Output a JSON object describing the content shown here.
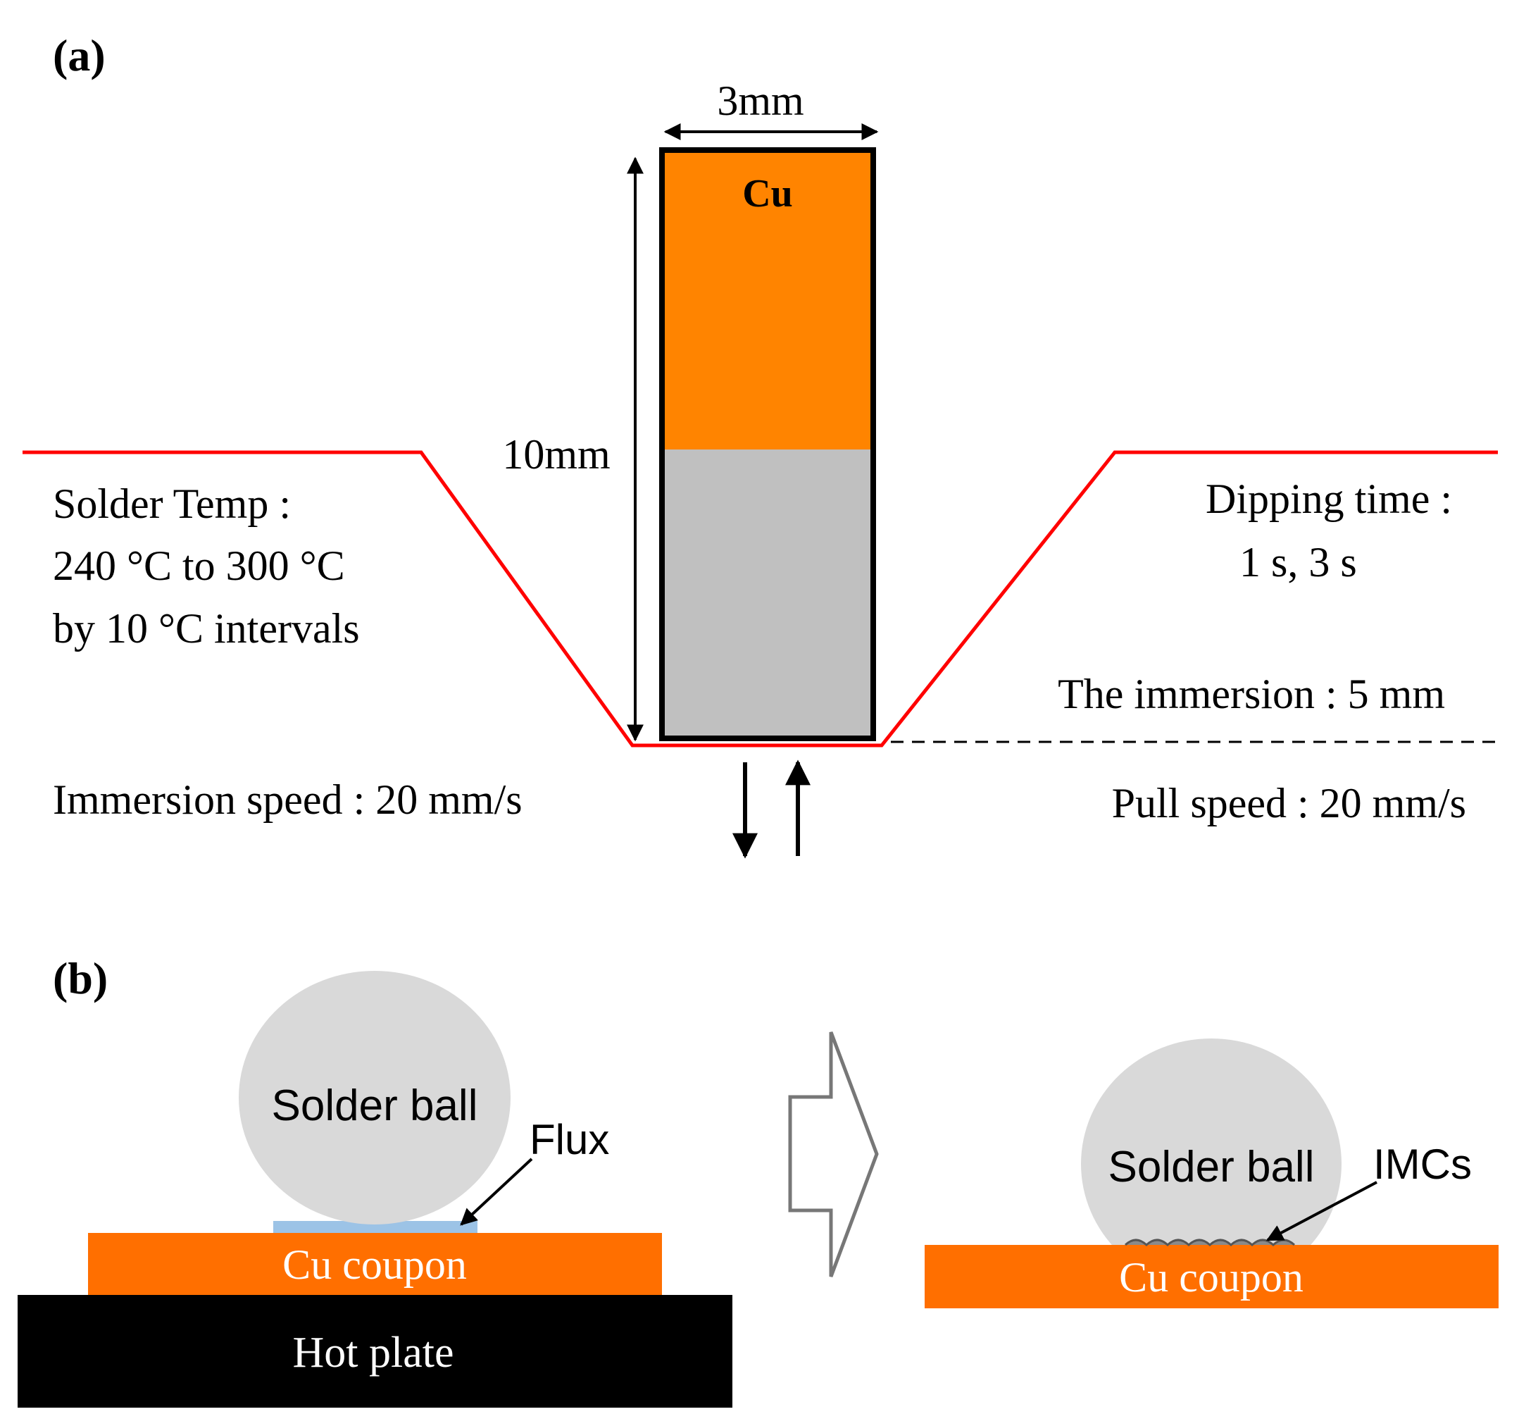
{
  "colors": {
    "copper": "#FF8400",
    "coupon": "#FF6F00",
    "solder_gray": "#C0C0C0",
    "ball_gray": "#D9D9D9",
    "bath_line": "#FF0000",
    "flux_blue": "#9CC3E6",
    "hot_plate": "#000000",
    "outline": "#000000"
  },
  "panel_a": {
    "label": "(a)",
    "width_label": "3mm",
    "height_label": "10mm",
    "material_label": "Cu",
    "temp_label": "Solder Temp :",
    "temp_range": "240 °C to 300 °C",
    "temp_step": "by 10 °C intervals",
    "dipping_label": "Dipping time :",
    "dipping_values": "1 s, 3 s",
    "immersion_depth": "The immersion : 5 mm",
    "immersion_speed": "Immersion speed : 20 mm/s",
    "pull_speed": "Pull speed : 20 mm/s"
  },
  "panel_b": {
    "label": "(b)",
    "before": {
      "ball_label": "Solder ball",
      "flux_label": "Flux",
      "coupon_label": "Cu coupon",
      "plate_label": "Hot plate"
    },
    "after": {
      "ball_label": "Solder ball",
      "imc_label": "IMCs",
      "coupon_label": "Cu coupon"
    },
    "arrow_icon": "right-outline-arrow-icon"
  }
}
